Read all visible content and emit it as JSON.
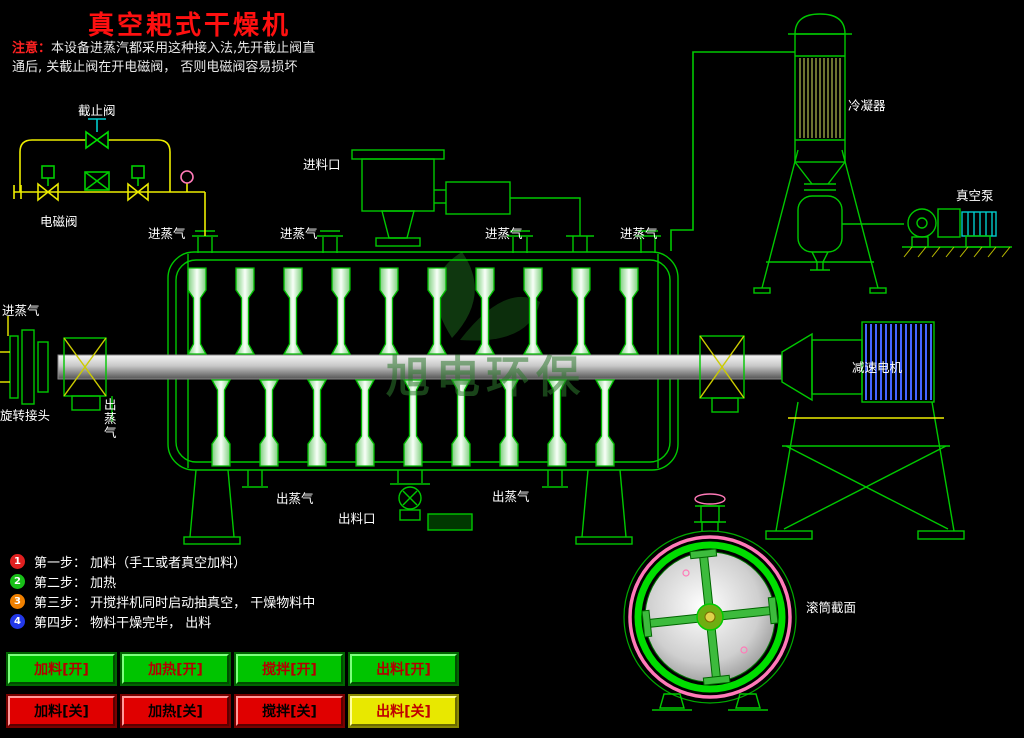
{
  "title": "真空耙式干燥机",
  "note": {
    "prefix": "注意：",
    "line1": "本设备进蒸汽都采用这种接入法,先开截止阀直",
    "line2": "通后, 关截止阀在开电磁阀， 否则电磁阀容易损坏"
  },
  "labels": {
    "shutoff_valve": "截止阀",
    "solenoid_valve": "电磁阀",
    "feed_inlet": "进料口",
    "steam_in": "进蒸气",
    "steam_out": "出蒸气",
    "condenser": "冷凝器",
    "vacuum_pump": "真空泵",
    "rotary_joint": "旋转接头",
    "discharge_port": "出料口",
    "gear_motor": "减速电机",
    "drum_section": "滚筒截面"
  },
  "watermark": "旭电环保",
  "steps": [
    {
      "num": "1",
      "color": "#e02020",
      "text": "第一步： 加料（手工或者真空加料）"
    },
    {
      "num": "2",
      "color": "#18c018",
      "text": "第二步： 加热"
    },
    {
      "num": "3",
      "color": "#f08000",
      "text": "第三步： 开搅拌机同时启动抽真空， 干燥物料中"
    },
    {
      "num": "4",
      "color": "#2238e8",
      "text": "第四步： 物料干燥完毕， 出料"
    }
  ],
  "buttons": {
    "on": [
      {
        "label": "加料[开]"
      },
      {
        "label": "加热[开]"
      },
      {
        "label": "搅拌[开]"
      },
      {
        "label": "出料[开]"
      }
    ],
    "off": [
      {
        "label": "加料[关]"
      },
      {
        "label": "加热[关]"
      },
      {
        "label": "搅拌[关]"
      },
      {
        "label": "出料[关]"
      }
    ]
  },
  "colors": {
    "line_green": "#00cc00",
    "pipe_yellow": "#eeee00",
    "title_red": "#ff1010",
    "pink": "#ff7ab8",
    "motor_hatch_blue": "#4466ff",
    "button_on_green": "#00c400",
    "button_off_red": "#e00000",
    "button_off_yellow": "#e8e800"
  }
}
